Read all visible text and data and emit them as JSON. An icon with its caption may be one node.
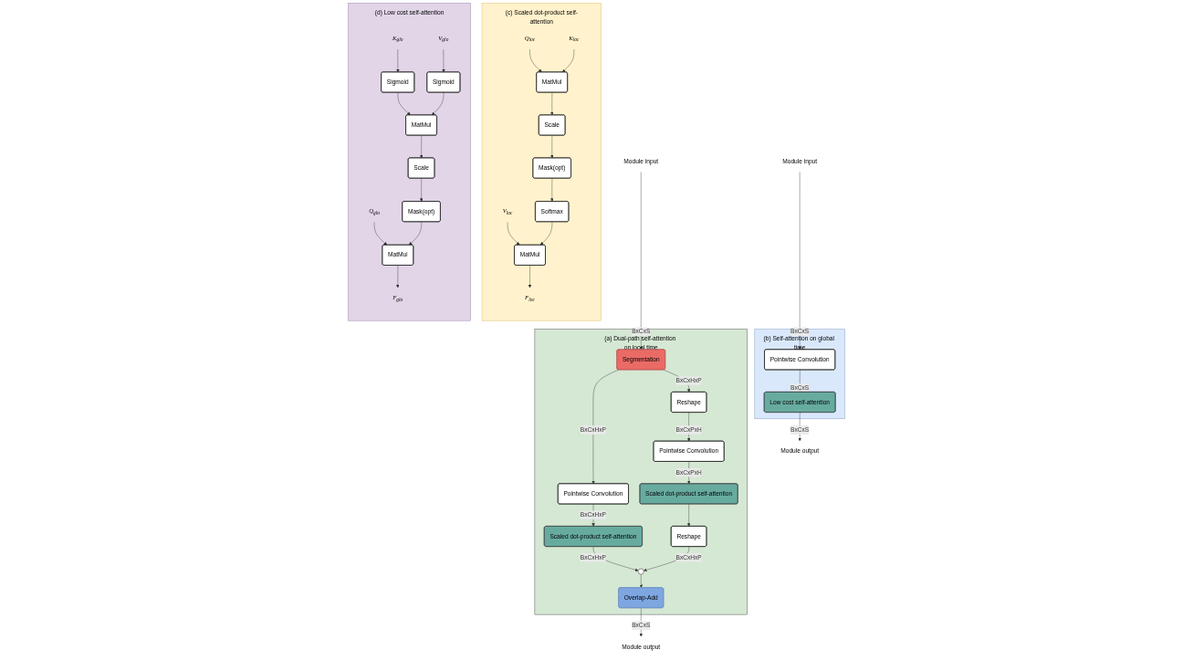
{
  "diagram": {
    "nodes": [
      {
        "text": [
          "(a) Dual-path self-attention on local time"
        ]
      },
      {
        "text": [
          "Module input"
        ]
      },
      {
        "text": [
          "Segmentation"
        ],
        "in": 0
      },
      {
        "text": [
          "Reshape"
        ],
        "in": 0
      },
      {
        "text": [
          "Pointwise Convolution"
        ],
        "in": 0
      },
      {
        "text": [
          "Pointwise Convolution"
        ],
        "in": 0
      },
      {
        "text": [
          "Scaled dot-product self-attention"
        ],
        "in": 0
      },
      {
        "text": [
          "Scaled dot-product self-attention"
        ],
        "in": 0
      },
      {
        "text": [
          "Reshape"
        ],
        "in": 0
      },
      {
        "text": [],
        "shape": "circle",
        "in": 0
      },
      {
        "text": [
          "Overlap-Add"
        ],
        "in": 0
      },
      {
        "text": [
          "Module output"
        ]
      },
      {
        "text": [
          "(b) Self-attention on global time"
        ]
      },
      {
        "text": [
          "Module input"
        ]
      },
      {
        "text": [
          "Pointwise Convolution"
        ],
        "in": 12
      },
      {
        "text": [
          "Low cost self-attention"
        ],
        "in": 12
      },
      {
        "text": [
          "Module output"
        ]
      },
      {
        "text": [
          "(c) Scaled dot-product self-attention"
        ]
      },
      {
        "text": [
          "Q$_{loc}$"
        ],
        "in": 17
      },
      {
        "text": [
          "K$_{loc}$"
        ],
        "in": 17
      },
      {
        "text": [
          "V$_{loc}$"
        ],
        "in": 17
      },
      {
        "text": [
          "MatMul"
        ],
        "in": 17
      },
      {
        "text": [
          "Scale"
        ],
        "in": 17
      },
      {
        "text": [
          "Mask(opt)"
        ],
        "in": 17
      },
      {
        "text": [
          "Softmax"
        ],
        "in": 17
      },
      {
        "text": [
          "MatMul"
        ],
        "in": 17
      },
      {
        "text": [
          "F$_{loc}$"
        ],
        "in": 17
      },
      {
        "text": [
          "(d) Low cost self-attention"
        ]
      },
      {
        "text": [
          "Q$_{glo}$"
        ],
        "in": 27
      },
      {
        "text": [
          "K$_{glo}$"
        ],
        "in": 27
      },
      {
        "text": [
          "V$_{glo}$"
        ],
        "in": 27
      },
      {
        "text": [
          "Sigmoid"
        ],
        "in": 27
      },
      {
        "text": [
          "Sigmoid"
        ],
        "in": 27
      },
      {
        "text": [
          "MatMul"
        ],
        "in": 27
      },
      {
        "text": [
          "Scale"
        ],
        "in": 27
      },
      {
        "text": [
          "Mask(opt)"
        ],
        "in": 27
      },
      {
        "text": [
          "MatMul"
        ],
        "in": 27
      },
      {
        "text": [
          "F$_{glo}$"
        ],
        "in": 27
      }
    ],
    "edges": [
      {
        "from": 1,
        "to": 2,
        "arrow": "to",
        "label": "BxCxS"
      },
      {
        "from": 2,
        "to": 4,
        "arrow": "to",
        "label": "BxCxHxP"
      },
      {
        "from": 2,
        "to": 3,
        "arrow": "to",
        "label": "BxCxHxP"
      },
      {
        "from": 3,
        "to": 5,
        "arrow": "to",
        "label": "BxCxPxH"
      },
      {
        "from": 4,
        "to": 6,
        "arrow": "to",
        "label": "BxCxHxP"
      },
      {
        "from": 5,
        "to": 7,
        "arrow": "to",
        "label": "BxCxPxH"
      },
      {
        "from": 7,
        "to": 8,
        "arrow": "to"
      },
      {
        "from": 6,
        "to": 9,
        "arrow": "to",
        "label": "BxCxHxP"
      },
      {
        "from": 8,
        "to": 9,
        "arrow": "to",
        "label": "BxCxHxP"
      },
      {
        "from": 9,
        "to": 10,
        "arrow": "to"
      },
      {
        "from": 10,
        "to": 11,
        "arrow": "to",
        "label": "BxCxS"
      },
      {
        "from": 13,
        "to": 14,
        "arrow": "to",
        "label": "BxCxS"
      },
      {
        "from": 14,
        "to": 15,
        "arrow": "to",
        "label": "BxCxS"
      },
      {
        "from": 15,
        "to": 16,
        "arrow": "to",
        "label": "BxCxS"
      },
      {
        "from": 18,
        "to": 21,
        "arrow": "to"
      },
      {
        "from": 19,
        "to": 21,
        "arrow": "to"
      },
      {
        "from": 20,
        "to": 25,
        "arrow": "to"
      },
      {
        "from": 21,
        "to": 22,
        "arrow": "to"
      },
      {
        "from": 22,
        "to": 23,
        "arrow": "to"
      },
      {
        "from": 23,
        "to": 24,
        "arrow": "to"
      },
      {
        "from": 24,
        "to": 25,
        "arrow": "to"
      },
      {
        "from": 25,
        "to": 26,
        "arrow": "to"
      },
      {
        "from": 28,
        "to": 36,
        "arrow": "to"
      },
      {
        "from": 29,
        "to": 31,
        "arrow": "to"
      },
      {
        "from": 30,
        "to": 32,
        "arrow": "to"
      },
      {
        "from": 31,
        "to": 33,
        "arrow": "to"
      },
      {
        "from": 32,
        "to": 33,
        "arrow": "to"
      },
      {
        "from": 33,
        "to": 34,
        "arrow": "to"
      },
      {
        "from": 34,
        "to": 35,
        "arrow": "to"
      },
      {
        "from": 35,
        "to": 36,
        "arrow": "to"
      },
      {
        "from": 36,
        "to": 37,
        "arrow": "to"
      }
    ]
  }
}
